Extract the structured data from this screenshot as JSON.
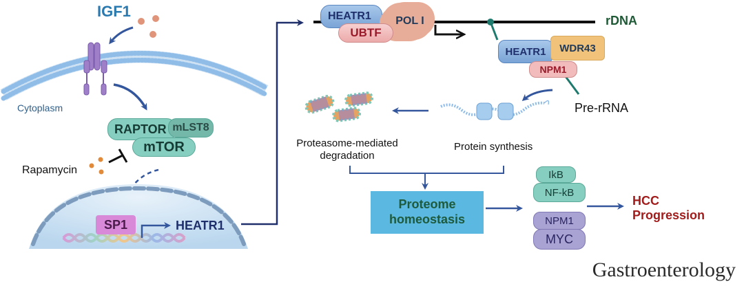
{
  "colors": {
    "ligand_blue": "#2a7ab0",
    "arrow_blue": "#33569c",
    "dark_navy": "#1f2f6b",
    "teal_protein": "#7ecbbd",
    "heatr1_blue": "#8fb5e0",
    "ubtf_pink": "#f2b8b8",
    "pol_peach": "#e8ad98",
    "wdr43_orange": "#f0c27a",
    "npm1_pink": "#f2bcbc",
    "sp1_magenta": "#d88ad8",
    "purple_protein": "#a9a3d3",
    "homeostasis_box": "#5bb8e0",
    "hcc_red": "#a21c1c",
    "rdna_green": "#1f5a36"
  },
  "labels": {
    "igf1": "IGF1",
    "cytoplasm": "Cytoplasm",
    "rapamycin": "Rapamycin",
    "raptor": "RAPTOR",
    "mlst8": "mLST8",
    "mtor": "mTOR",
    "sp1": "SP1",
    "heatr1_gene": "HEATR1",
    "heatr1_top": "HEATR1",
    "ubtf": "UBTF",
    "pol1": "POL I",
    "rdna": "rDNA",
    "heatr1_complex": "HEATR1",
    "wdr43": "WDR43",
    "npm1_complex": "NPM1",
    "pre_rrna": "Pre-rRNA",
    "proteasome_line1": "Proteasome-mediated",
    "proteasome_line2": "degradation",
    "protein_synthesis": "Protein synthesis",
    "homeostasis_line1": "Proteome",
    "homeostasis_line2": "homeostasis",
    "ikb": "IkB",
    "nfkb": "NF-kB",
    "npm1": "NPM1",
    "myc": "MYC",
    "hcc_line1": "HCC",
    "hcc_line2": "Progression",
    "journal": "Gastroenterology"
  }
}
